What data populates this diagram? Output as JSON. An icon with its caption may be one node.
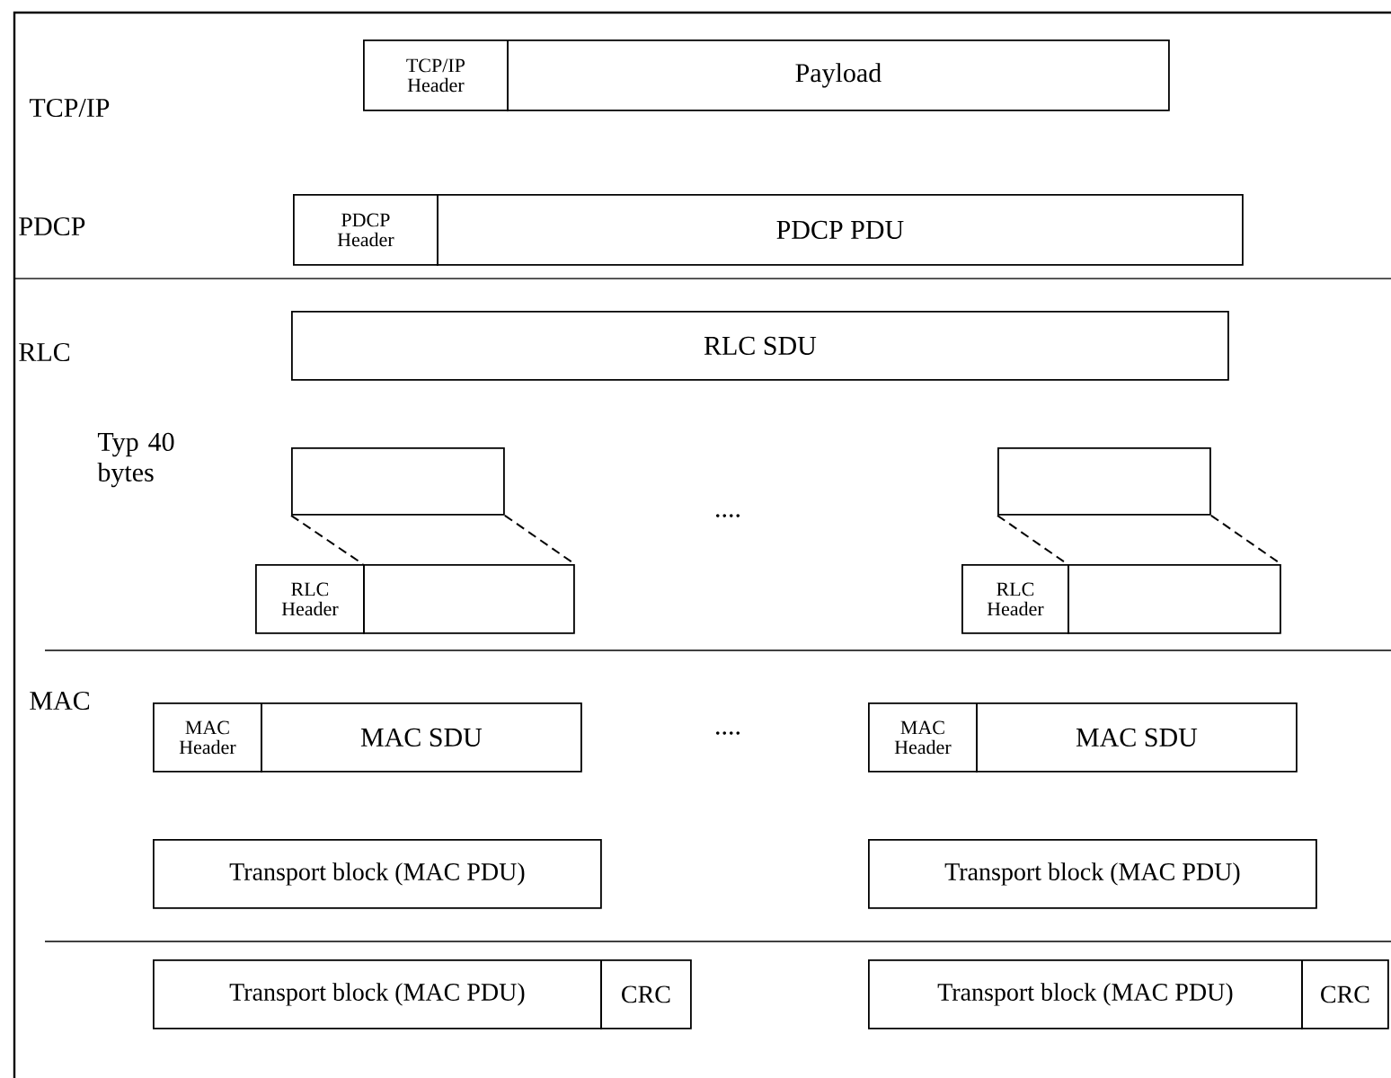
{
  "diagram": {
    "nodes": [
      {
        "text": [
          "TCP/IP Header"
        ]
      },
      {
        "text": [
          "Payload"
        ]
      },
      {
        "text": [
          "PDCP Header"
        ]
      },
      {
        "text": [
          "PDCP PDU"
        ]
      },
      {
        "text": [
          "RLC SDU"
        ]
      },
      {
        "text": [],
        "shape": "box"
      },
      {
        "text": [],
        "shape": "box"
      },
      {
        "text": [
          "RLC Header"
        ]
      },
      {
        "text": [],
        "shape": "box"
      },
      {
        "text": [
          "RLC Header"
        ]
      },
      {
        "text": [],
        "shape": "box"
      },
      {
        "text": [
          "MAC Header"
        ]
      },
      {
        "text": [
          "MAC SDU"
        ]
      },
      {
        "text": [
          "MAC Header"
        ]
      },
      {
        "text": [
          "MAC SDU"
        ]
      },
      {
        "text": [
          "Transport block (MAC PDU)"
        ]
      },
      {
        "text": [
          "Transport block (MAC PDU)"
        ]
      },
      {
        "text": [
          "Transport block (MAC PDU)"
        ]
      },
      {
        "text": [
          "CRC"
        ]
      },
      {
        "text": [
          "Transport block (MAC PDU)"
        ]
      },
      {
        "text": [
          "CRC"
        ]
      }
    ],
    "edges": [
      {
        "from": 5,
        "to": 8,
        "arrow": "none",
        "style": "dashed"
      },
      {
        "from": 5,
        "to": 8,
        "arrow": "none",
        "style": "dashed"
      },
      {
        "from": 6,
        "to": 10,
        "arrow": "none",
        "style": "dashed"
      },
      {
        "from": 6,
        "to": 10,
        "arrow": "none",
        "style": "dashed"
      }
    ],
    "labels": [
      "TCP/IP",
      "PDCP",
      "RLC",
      "Typ 40 bytes",
      "....",
      "MAC",
      "...."
    ]
  }
}
